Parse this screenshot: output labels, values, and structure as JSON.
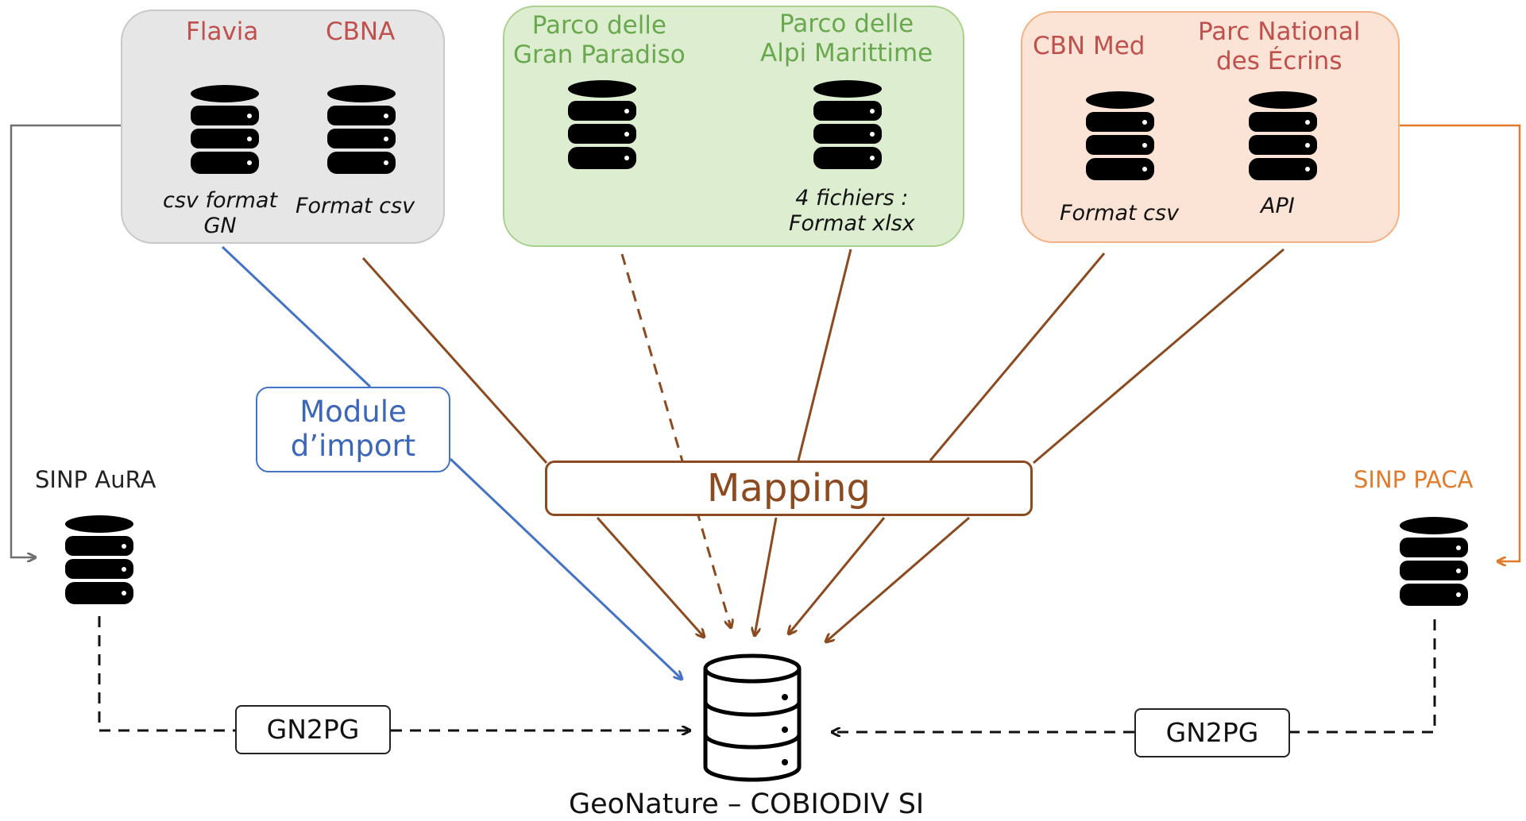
{
  "sources": {
    "flavia": {
      "name": "Flavia",
      "format": "csv format\nGN"
    },
    "cbna": {
      "name": "CBNA",
      "format": "Format csv"
    },
    "parco_gran_paradiso": {
      "name": "Parco delle\nGran Paradiso"
    },
    "parco_alpi_marittime": {
      "name": "Parco delle\nAlpi Marittime",
      "format": "4 fichiers :\nFormat xlsx"
    },
    "cbn_med": {
      "name": "CBN Med",
      "format": "Format csv"
    },
    "parc_ecrins": {
      "name": "Parc National\ndes Écrins",
      "format": "API"
    }
  },
  "module_import": "Module\nd’import",
  "mapping": "Mapping",
  "sinp_aura": "SINP AuRA",
  "sinp_paca": "SINP PACA",
  "gn2pg_left": "GN2PG",
  "gn2pg_right": "GN2PG",
  "geonature": "GeoNature – COBIODIV SI",
  "colors": {
    "red_label": "#c0504d",
    "green_label": "#6aa84f",
    "orange": "#e07b2c",
    "blue_arrow": "#4472c4",
    "brown_arrow": "#8b4a1f",
    "gray_arrow": "#707070"
  },
  "icons": [
    "database-icon"
  ]
}
